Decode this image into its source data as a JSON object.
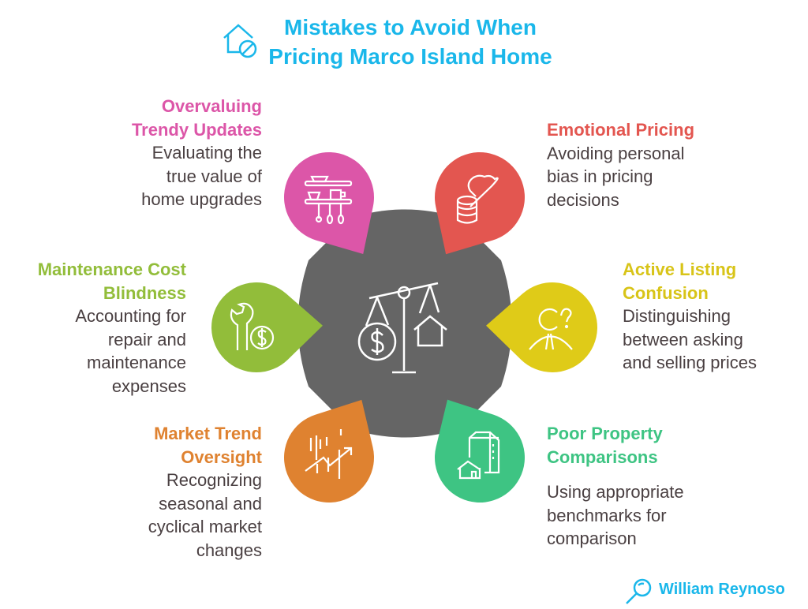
{
  "title": {
    "line1": "Mistakes to Avoid When",
    "line2": "Pricing Marco Island Home",
    "icon": "house-no-icon"
  },
  "center_icon": "scale-dollar-house-icon",
  "colors": {
    "title": "#1ab7ea",
    "hub": "#656565",
    "text": "#4a4042"
  },
  "items": [
    {
      "heading1": "Overvaluing",
      "heading2": "Trendy Updates",
      "desc": [
        "Evaluating the",
        "true value of",
        "home upgrades"
      ],
      "color": "#dc56a8",
      "icon": "kitchen-shelf-icon"
    },
    {
      "heading1": "Emotional Pricing",
      "heading2": "",
      "desc": [
        "Avoiding personal",
        "bias in pricing",
        "decisions"
      ],
      "color": "#e35650",
      "icon": "coins-heart-icon"
    },
    {
      "heading1": "Maintenance Cost",
      "heading2": "Blindness",
      "desc": [
        "Accounting for",
        "repair and",
        "maintenance",
        "expenses"
      ],
      "color": "#92bd3a",
      "icon": "wrench-dollar-icon"
    },
    {
      "heading1": "Active Listing",
      "heading2": "Confusion",
      "desc": [
        "Distinguishing",
        "between asking",
        "and selling prices"
      ],
      "color": "#dfcb18",
      "icon": "person-question-icon"
    },
    {
      "heading1": "Market Trend",
      "heading2": "Oversight",
      "desc": [
        "Recognizing",
        "seasonal and",
        "cyclical market",
        "changes"
      ],
      "color": "#df8230",
      "icon": "chart-trend-icon"
    },
    {
      "heading1": "Poor Property",
      "heading2": "Comparisons",
      "desc": [
        "Using appropriate",
        "benchmarks for",
        "comparison"
      ],
      "color": "#3ec483",
      "icon": "buildings-icon"
    }
  ],
  "author": "William Reynoso"
}
